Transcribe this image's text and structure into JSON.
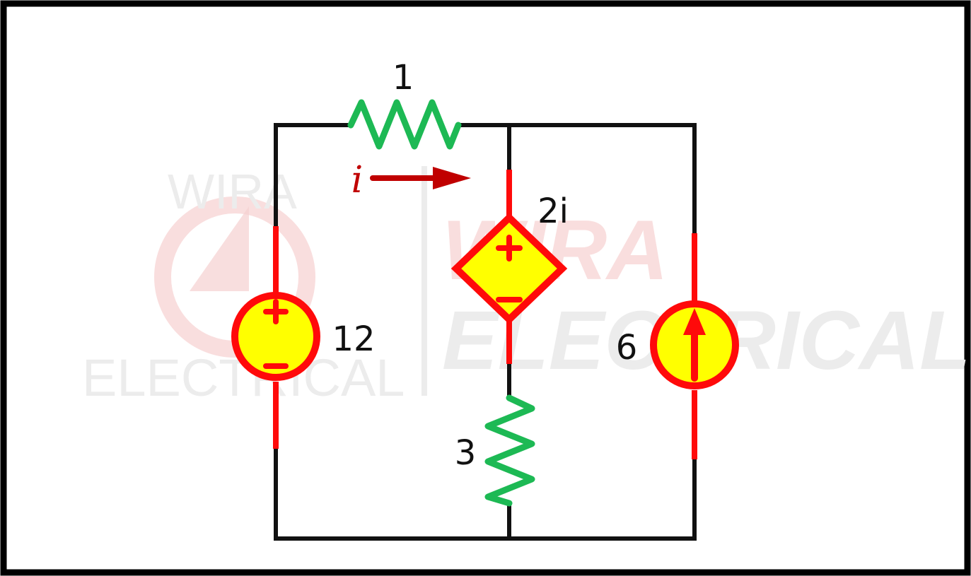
{
  "labels": {
    "resistor_top": "1",
    "resistor_bottom": "3",
    "voltage_source": "12",
    "dependent_source": "2i",
    "current_source": "6",
    "current_variable": "i"
  },
  "symbols": {
    "plus": "+",
    "minus": "−"
  },
  "watermark": {
    "brand_line1": "WIRA",
    "brand_line2": "ELECTRICAL",
    "brand_large_line1": "WIRA",
    "brand_large_line2": "ELECTRICAL"
  },
  "colors": {
    "wire": "#111111",
    "source_stroke": "#ff0a0a",
    "source_fill": "#ffff00",
    "resistor": "#1db954",
    "arrow": "#c00000",
    "frame": "#000000",
    "watermark_gray": "#ececec",
    "watermark_red": "#f9dede"
  },
  "icons": {
    "voltage_source": "independent-voltage-source-icon",
    "dependent_source": "dependent-voltage-source-icon",
    "current_source": "independent-current-source-icon",
    "resistor": "resistor-zigzag-icon",
    "current_arrow": "current-direction-arrow-icon"
  }
}
